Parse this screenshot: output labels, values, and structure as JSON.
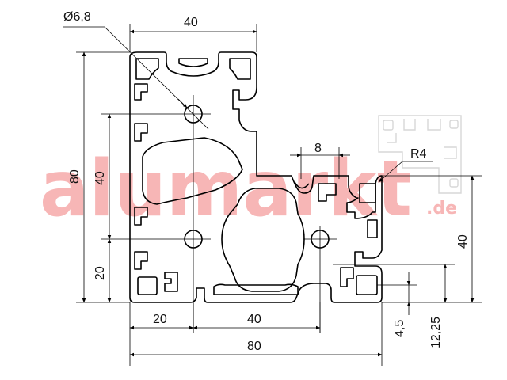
{
  "watermark": {
    "word": "alumarkt",
    "suffix": ".de",
    "color": "#f7b6b6"
  },
  "dimensions": {
    "bore_diameter": "Ø6,8",
    "top_width": "40",
    "slot_width": "8",
    "corner_radius": "R4",
    "left_total_height": "80",
    "left_upper_height": "40",
    "left_lower_height": "20",
    "right_height": "40",
    "right_small": "4,5",
    "right_medium": "12,25",
    "bottom_left": "20",
    "bottom_middle": "40",
    "bottom_total": "80"
  },
  "colors": {
    "line": "#000000",
    "ghost": "#d7d7d7"
  }
}
